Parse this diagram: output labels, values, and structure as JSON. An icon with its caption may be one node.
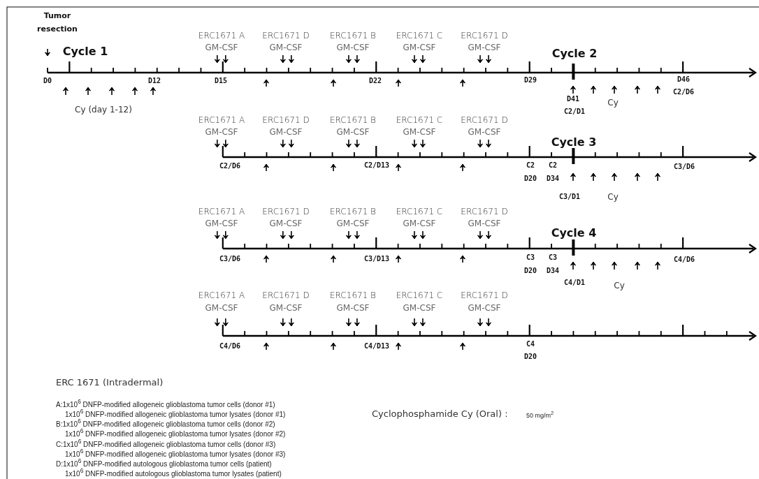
{
  "diagram": {
    "labels": [
      "Tumor resection",
      "ERC1671 A",
      "GM-CSF",
      "ERC1671 D",
      "GM-CSF",
      "ERC1671 B",
      "GM-CSF",
      "ERC1671 C",
      "GM-CSF",
      "ERC1671 D",
      "GM-CSF",
      "Cycle 1",
      "Cycle 2",
      "D0",
      "D12",
      "D15",
      "D22",
      "D29",
      "D46",
      "D41",
      "C2/D6",
      "Cy (day 1-12)",
      "C2/D1",
      "Cy",
      "ERC1671 A",
      "GM-CSF",
      "ERC1671 D",
      "GM-CSF",
      "ERC1671 B",
      "GM-CSF",
      "ERC1671 C",
      "GM-CSF",
      "ERC1671 D",
      "GM-CSF",
      "Cycle 3",
      "C2/D6",
      "C2/D13",
      "C2",
      "C2",
      "C3/D6",
      "D20",
      "D34",
      "C3/D1",
      "Cy",
      "ERC1671 A",
      "GM-CSF",
      "ERC1671 D",
      "GM-CSF",
      "ERC1671 B",
      "GM-CSF",
      "ERC1671 C",
      "GM-CSF",
      "ERC1671 D",
      "GM-CSF",
      "Cycle 4",
      "C3/D6",
      "C3/D13",
      "C3",
      "C3",
      "C4/D6",
      "D20",
      "D34",
      "C4/D1",
      "Cy",
      "ERC1671 A",
      "GM-CSF",
      "ERC1671 D",
      "GM-CSF",
      "ERC1671 B",
      "GM-CSF",
      "ERC1671 C",
      "GM-CSF",
      "ERC1671 D",
      "GM-CSF",
      "C4/D6",
      "C4/D13",
      "C4",
      "D20",
      "ERC 1671 (Intradermal)",
      "A:1x10$^{6}$ DNFP-modified allogeneic glioblastoma tumor cells (donor #1)",
      "1x10$^{6}$ DNFP-modified allogeneic glioblastoma tumor lysates (donor #1)",
      "B:1x10$^{6}$ DNFP-modified allogeneic glioblastoma tumor cells (donor #2)",
      "1x10$^{6}$ DNFP-modified allogeneic glioblastoma tumor lysates (donor #2)",
      "C:1x10$^{6}$ DNFP-modified allogeneic glioblastoma tumor cells (donor #3)",
      "1x10$^{6}$ DNFP-modified allogeneic glioblastoma tumor lysates (donor #3)",
      "D:1x10$^{6}$ DNFP-modified autologous glioblastoma tumor cells (patient)",
      "1x10$^{6}$ DNFP-modified autologous glioblastoma tumor lysates (patient)",
      "Cyclophosphamide Cy (Oral) :",
      "50 mg/m$^{2}$"
    ]
  }
}
